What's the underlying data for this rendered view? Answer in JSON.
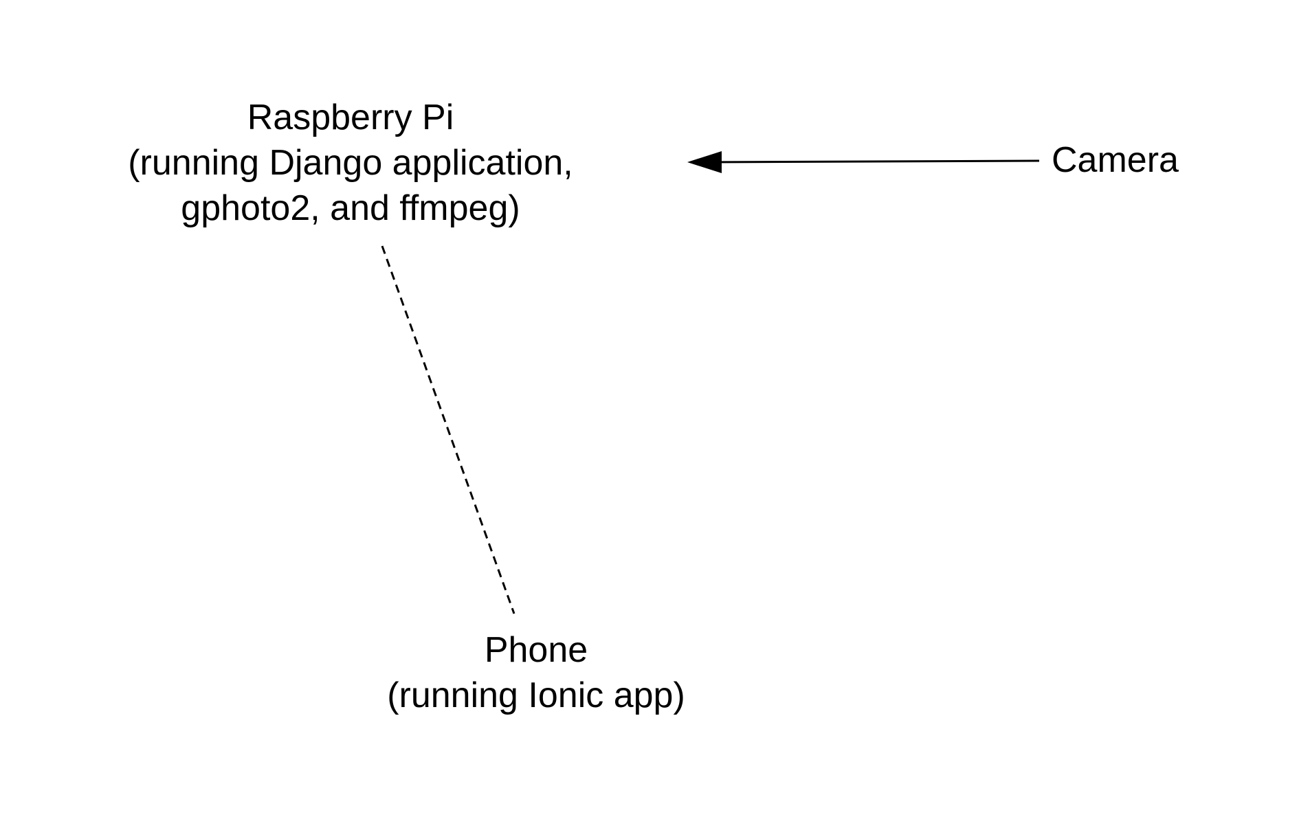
{
  "nodes": {
    "raspberry_pi": {
      "title": "Raspberry Pi",
      "line2": "(running Django application,",
      "line3": "gphoto2, and ffmpeg)"
    },
    "camera": {
      "title": "Camera"
    },
    "phone": {
      "title": "Phone",
      "line2": "(running Ionic app)"
    }
  },
  "edges": [
    {
      "from": "camera",
      "to": "raspberry_pi",
      "style": "solid",
      "arrow": "end"
    },
    {
      "from": "raspberry_pi",
      "to": "phone",
      "style": "dashed",
      "arrow": "none"
    }
  ],
  "colors": {
    "line": "#000000",
    "text": "#000000",
    "background": "#ffffff"
  }
}
